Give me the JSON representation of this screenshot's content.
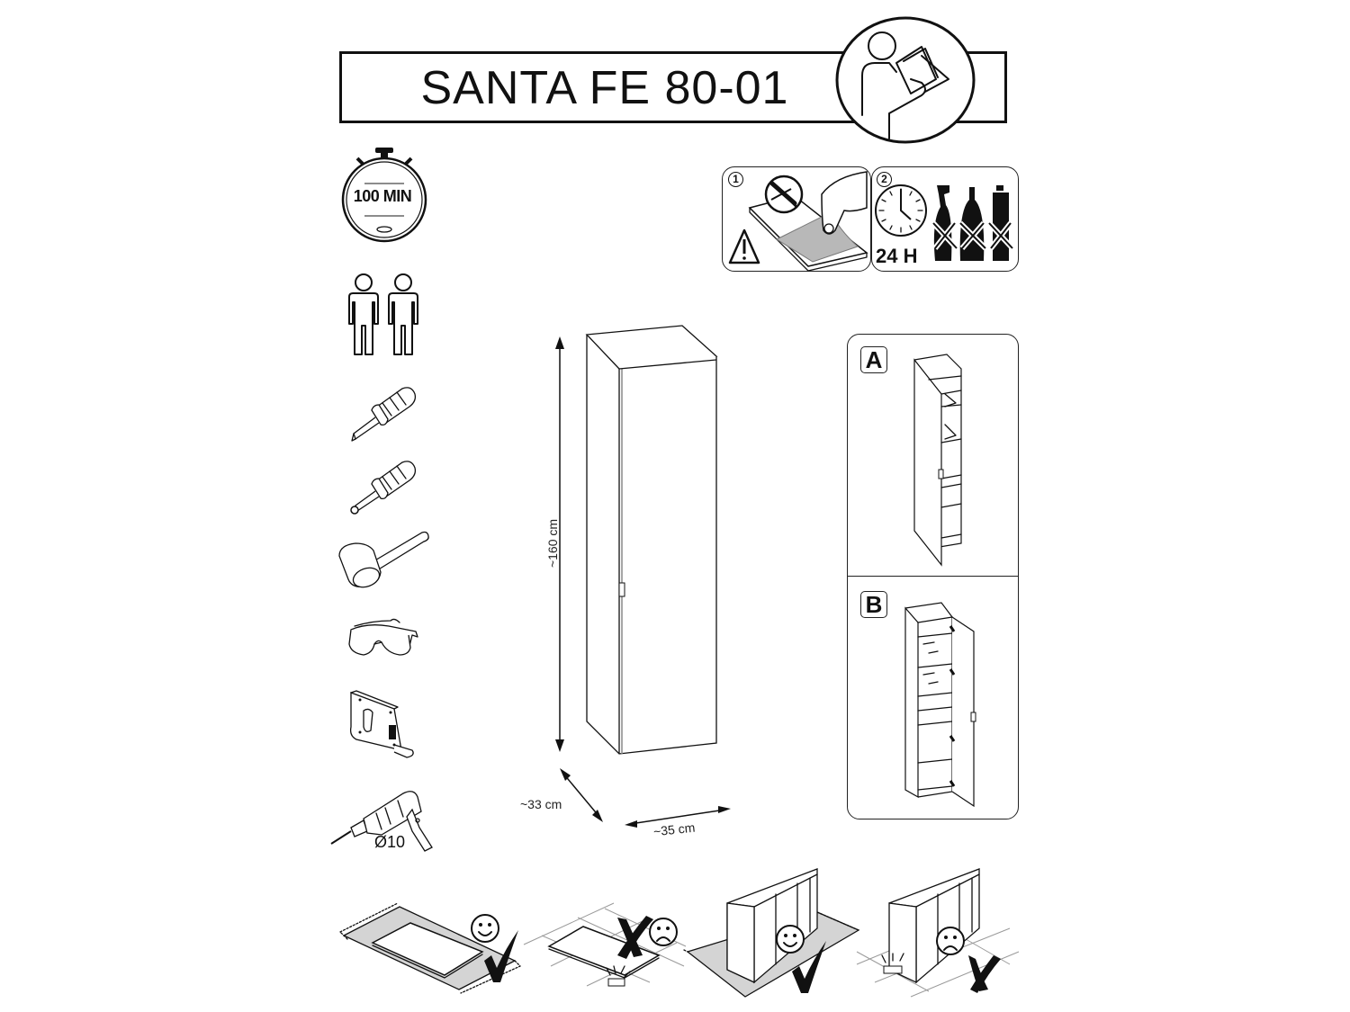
{
  "document": {
    "title": "SANTA FE 80-01",
    "read_manual_icon": "person-reading-manual-icon"
  },
  "warnings": {
    "step1": {
      "number": "1",
      "icons": [
        "no-sharp-tools-icon",
        "peel-film-hand-icon",
        "warning-triangle-icon"
      ]
    },
    "step2": {
      "number": "2",
      "label": "24 H",
      "icons": [
        "clock-icon",
        "no-spray-cleaner-icon",
        "no-bottle-cleaner-icon",
        "no-aerosol-icon"
      ]
    }
  },
  "requirements": {
    "time_label": "100 MIN",
    "people_count": 2,
    "tools": [
      {
        "name": "flathead-screwdriver"
      },
      {
        "name": "phillips-screwdriver"
      },
      {
        "name": "rubber-mallet"
      },
      {
        "name": "safety-glasses"
      },
      {
        "name": "tape-measure"
      },
      {
        "name": "drill",
        "label": "Ø10"
      }
    ]
  },
  "dimensions": {
    "height": "~160 cm",
    "depth": "~33 cm",
    "width": "~35 cm"
  },
  "variants": [
    {
      "label": "A",
      "hinge_side": "left"
    },
    {
      "label": "B",
      "hinge_side": "right"
    }
  ],
  "assembly_surface_tips": [
    {
      "surface": "rug",
      "result": "correct",
      "face": "smiley",
      "mark": "check"
    },
    {
      "surface": "hard-floor",
      "result": "incorrect",
      "face": "frown",
      "mark": "cross"
    },
    {
      "surface": "rug",
      "result": "correct",
      "face": "smiley",
      "mark": "check"
    },
    {
      "surface": "hard-floor",
      "result": "incorrect",
      "face": "frown",
      "mark": "cross"
    }
  ]
}
